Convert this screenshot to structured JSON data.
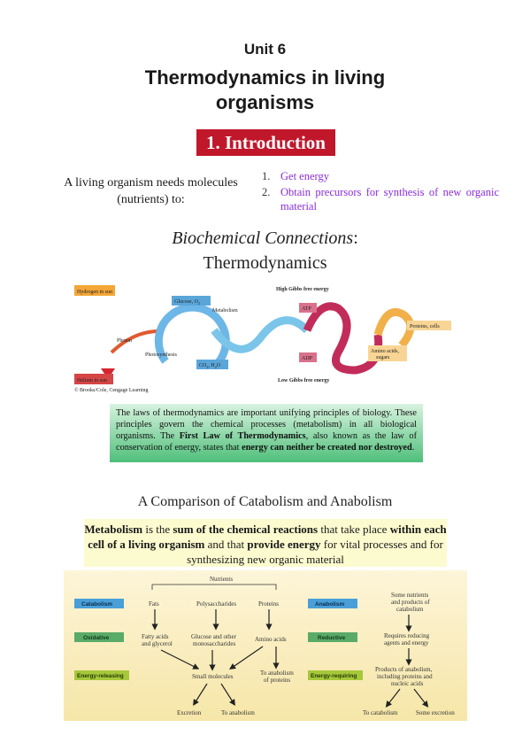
{
  "header": {
    "unit": "Unit 6",
    "title_line1": "Thermodynamics in living",
    "title_line2": "organisms"
  },
  "section": {
    "title": "1. Introduction"
  },
  "needs": {
    "line1": "A living organism needs molecules",
    "line2": "(nutrients) to:",
    "items": [
      {
        "num": "1.",
        "text": "Get energy"
      },
      {
        "num": "2.",
        "text": "Obtain precursors for synthesis of new organic material"
      }
    ]
  },
  "biochem": {
    "title_italic": "Biochemical Connections",
    "colon": ":",
    "subtitle": "Thermodynamics"
  },
  "figure1": {
    "hydrogen": "Hydrogen in sun",
    "helium": "Helium in sun",
    "photon": "Photon",
    "glucose": "Glucose, O",
    "glucose_sub": "2",
    "co2_a": "CO",
    "co2_sub": "2",
    "co2_b": ", H",
    "h2o_sub": "2",
    "co2_c": "O",
    "metabolism": "Metabolism",
    "photosynthesis": "Photosynthesis",
    "high": "High Gibbs free energy",
    "low": "Low Gibbs free energy",
    "atp": "ATP",
    "adp": "ADP",
    "proteins": "Proteins, cells",
    "amino": "Amino acids,",
    "sugars": "sugars",
    "copyright": "© Brooks/Cole, Cengage Learning"
  },
  "laws": {
    "t1": "The laws of thermodynamics are important unifying principles of biology. These principles govern the chemical processes (metabolism) in all biological organisms. The ",
    "b1": "First Law of Thermodynamics",
    "t2": ", also known as the law of conservation of energy, states that ",
    "b2": "energy can neither be created nor destroyed",
    "t3": "."
  },
  "comparison": {
    "title": "A Comparison of Catabolism and Anabolism"
  },
  "metabolism_def": {
    "b1": "Metabolism",
    "t1": " is the ",
    "b2": "sum of the chemical reactions",
    "t2": " that take place ",
    "b3": "within each cell of a living organism",
    "t3": " and that ",
    "b4": "provide energy",
    "t4": " for vital processes and for synthesizing new organic material"
  },
  "figure2": {
    "nutrients": "Nutrients",
    "catabolism": "Catabolism",
    "oxidative": "Oxidative",
    "energy_releasing": "Energy-releasing",
    "anabolism": "Anabolism",
    "reductive": "Reductive",
    "energy_requiring": "Energy-requiring",
    "fats": "Fats",
    "polysaccharides": "Polysaccharides",
    "proteins": "Proteins",
    "fatty1": "Fatty acids",
    "fatty2": "and glycerol",
    "glucose1": "Glucose and other",
    "glucose2": "monosaccharides",
    "amino": "Amino acids",
    "small": "Small molecules",
    "toana1": "To anabolism",
    "toana2": "of proteins",
    "excretion": "Excretion",
    "to_anabolism": "To anabolism",
    "some1": "Some nutrients",
    "some2": "and products of",
    "some3": "catabolism",
    "req1": "Requires reducing",
    "req2": "agents and energy",
    "prod1": "Products of anabolism,",
    "prod2": "including proteins and",
    "prod3": "nucleic acids",
    "to_catabolism": "To catabolism",
    "some_excretion": "Some excretion"
  },
  "colors": {
    "intro_bg": "#c0172b",
    "list_text": "#8a2be2",
    "law_top": "#d8f3df",
    "law_bottom": "#4fbf7a",
    "meta_bg": "#fcfbcf",
    "cat_label": "#4a9fd8",
    "ox_label": "#5aaa68",
    "energy_label": "#a6c83a"
  }
}
